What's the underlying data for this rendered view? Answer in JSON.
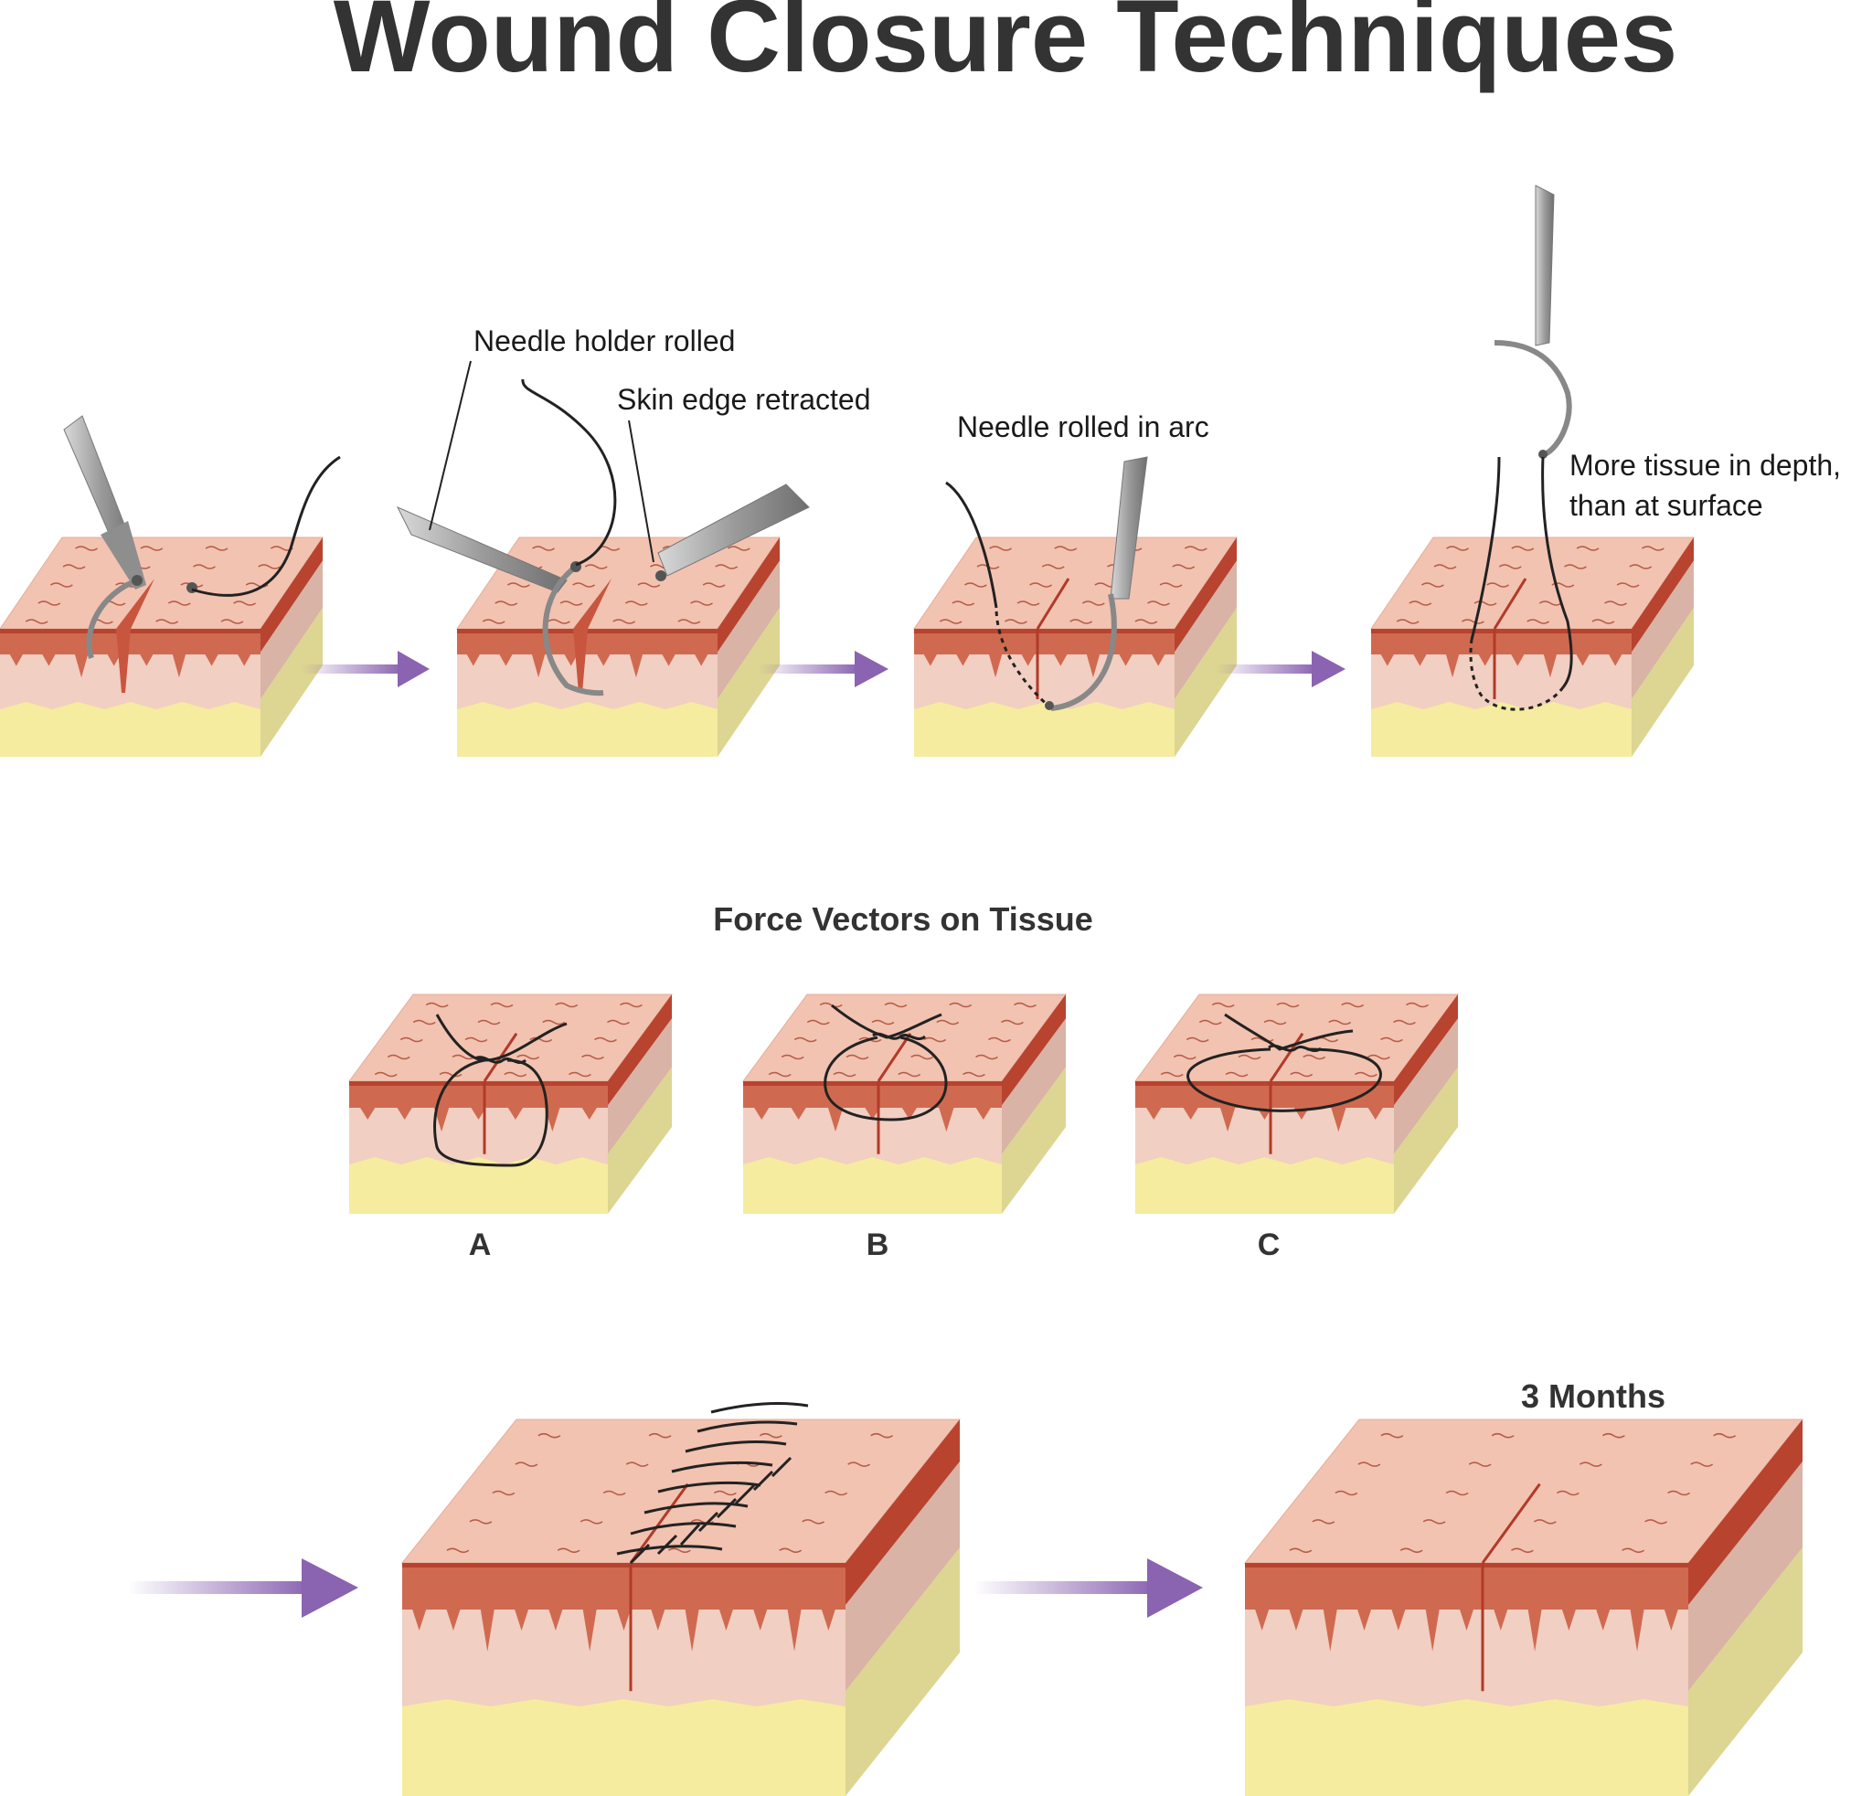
{
  "title": "Wound Closure Techniques",
  "steps": {
    "needle_holder_rolled": "Needle holder rolled",
    "skin_edge_retracted": "Skin edge retracted",
    "needle_rolled_in_arc": "Needle rolled in arc",
    "more_tissue_line1": "More tissue in depth,",
    "more_tissue_line2": "than at surface"
  },
  "force_vectors": {
    "heading": "Force Vectors on Tissue",
    "labels": [
      "A",
      "B",
      "C"
    ]
  },
  "healing": {
    "three_months": "3 Months"
  },
  "colors": {
    "epidermis_top": "#f2c3b1",
    "dermis_red": "#cf6a50",
    "dermis_dark": "#b8432f",
    "dermis_pink": "#f1cfc2",
    "fat_yellow": "#f5ec9f",
    "side_pink": "#d9b3a6",
    "side_yellow": "#ddd592",
    "arrow_purple": "#8a63b1",
    "instrument_gray": "#9a9a9a",
    "text_dark": "#333333"
  }
}
